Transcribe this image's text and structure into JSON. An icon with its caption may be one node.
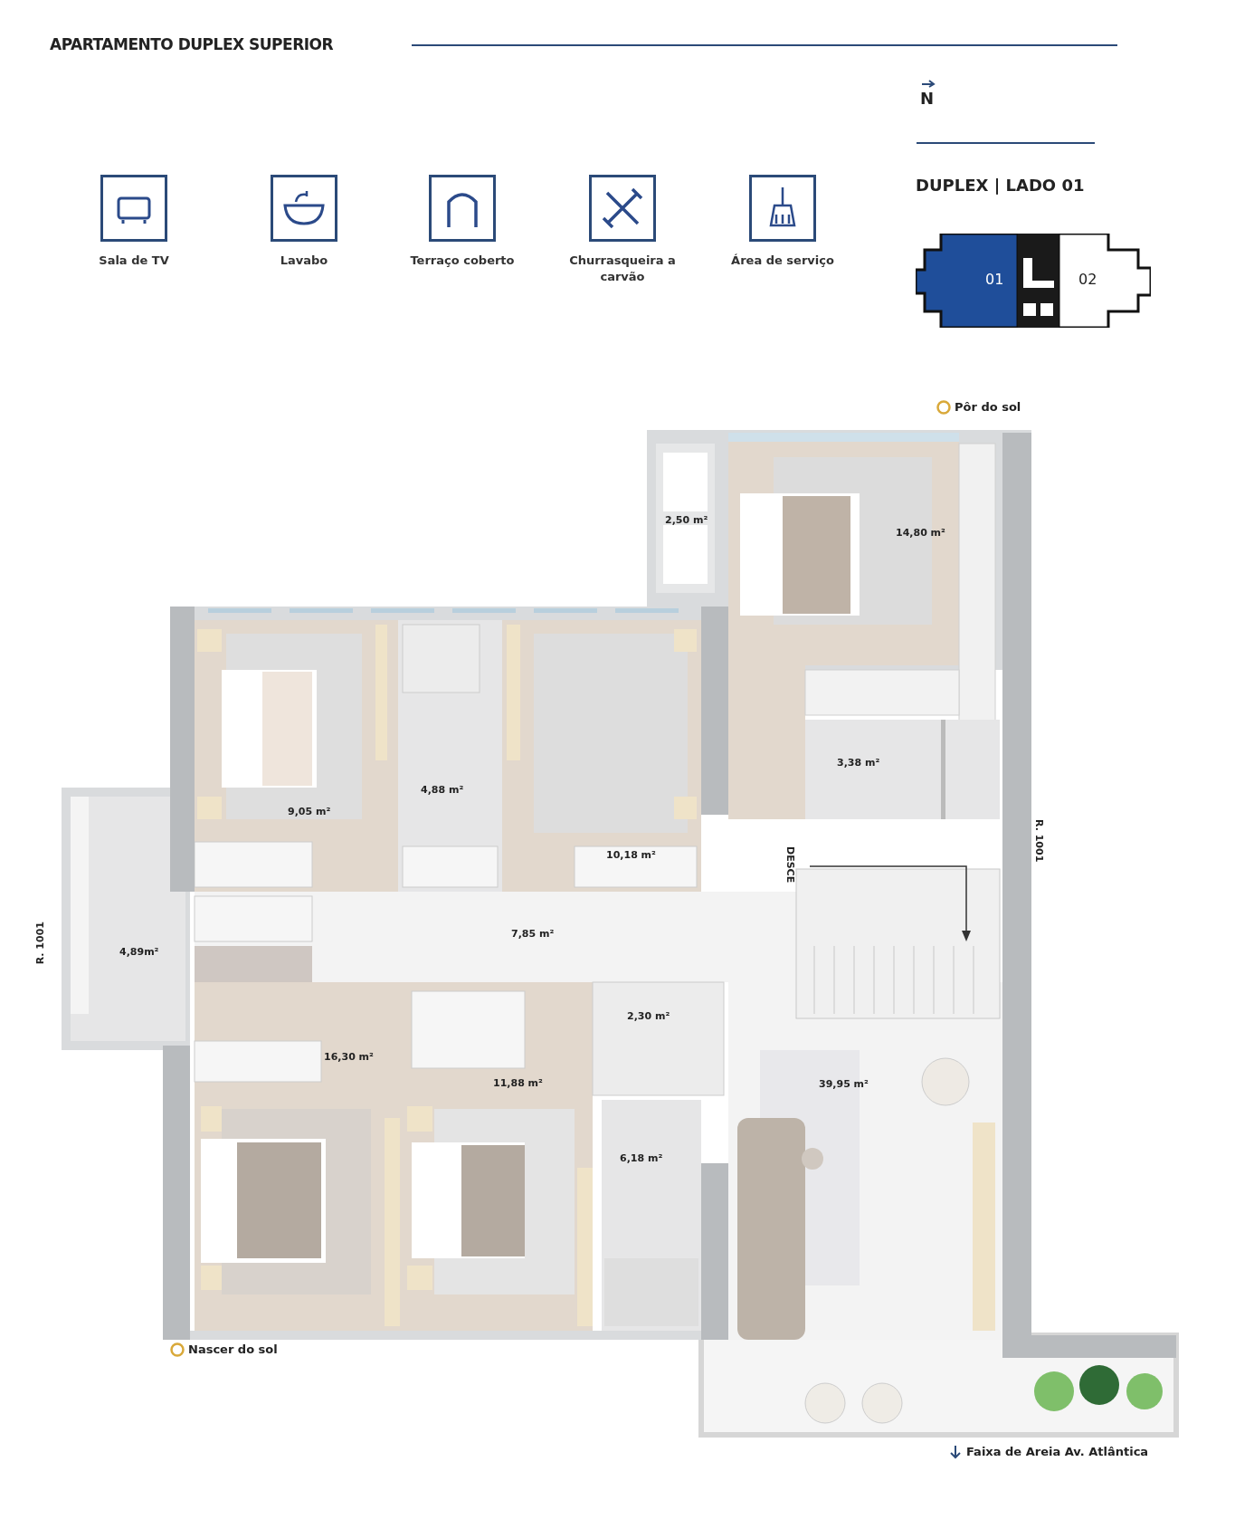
{
  "diagram": {
    "title": "APARTAMENTO DUPLEX SUPERIOR",
    "nodes": [
      {
        "text": [
          "Sala de TV"
        ]
      },
      {
        "text": [
          "Lavabo"
        ]
      },
      {
        "text": [
          "Terraço coberto"
        ]
      },
      {
        "text": [
          "Churrasqueira a carvão"
        ]
      },
      {
        "text": [
          "Área de serviço"
        ]
      },
      {
        "text": [
          "01"
        ]
      },
      {
        "text": [
          "02"
        ]
      }
    ],
    "labels": [
      "N",
      "DUPLEX | LADO 01",
      "Pôr do sol",
      "2,50 m²",
      "14,80 m²",
      "9,05 m²",
      "4,88 m²",
      "3,38 m²",
      "10,18 m²",
      "DESCE",
      "R. 1001",
      "R. 1001",
      "4,89m²",
      "7,85 m²",
      "2,30 m²",
      "16,30 m²",
      "11,88 m²",
      "39,95 m²",
      "6,18 m²",
      "Nascer do sol",
      "Faixa de Areia Av. Atlântica"
    ]
  }
}
